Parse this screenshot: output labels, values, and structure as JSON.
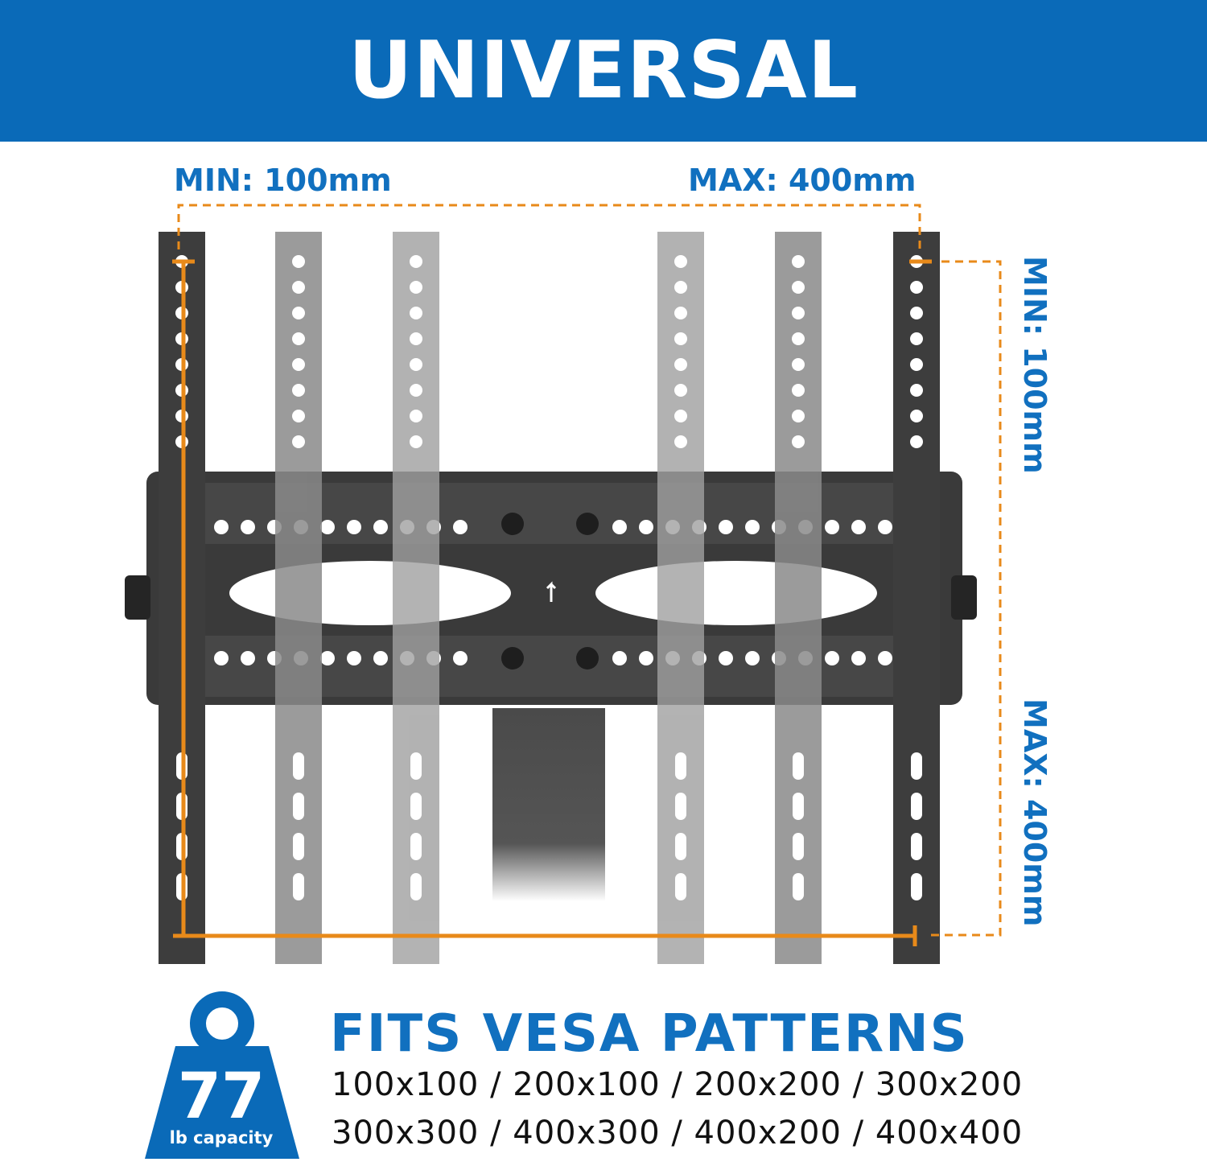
{
  "banner": {
    "title": "UNIVERSAL COMPATIBILITY",
    "color": "#0a6ab8"
  },
  "dimensions": {
    "top_min": "MIN: 100mm",
    "top_max": "MAX: 400mm",
    "side_min": "MIN: 100mm",
    "side_max": "MAX: 400mm",
    "accent_color": "#e88a1a",
    "label_color": "#1170bf"
  },
  "vesa": {
    "title": "FITS VESA PATTERNS",
    "line1": "100x100 / 200x100 / 200x200 / 300x200",
    "line2": "300x300 / 400x300 / 400x200 / 400x400"
  },
  "capacity": {
    "value": "77",
    "unit": "lb capacity",
    "icon": "weight-icon"
  }
}
